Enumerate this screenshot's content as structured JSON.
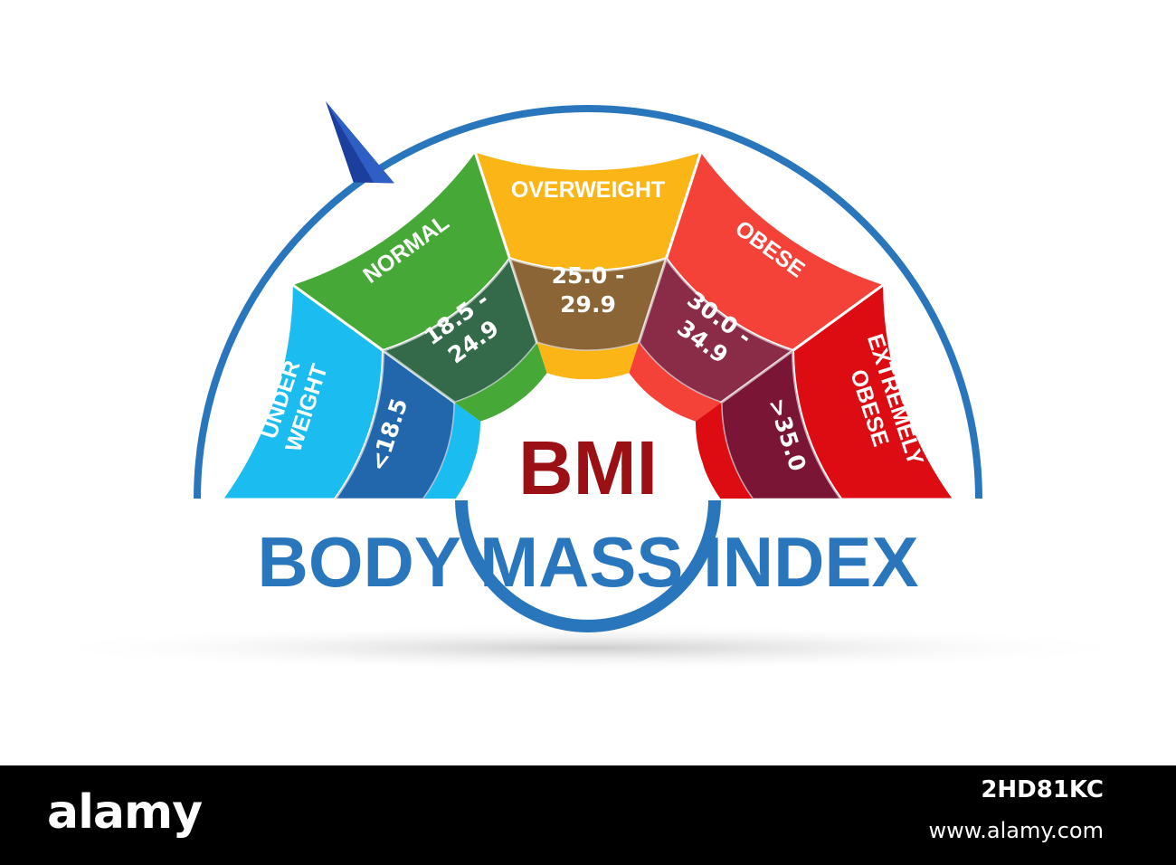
{
  "gauge": {
    "center_label": "BMI",
    "title": "BODY MASS INDEX",
    "segments": [
      {
        "id": "underweight",
        "name_lines": [
          "UNDER",
          "WEIGHT"
        ],
        "range_lines": [
          "<18.5"
        ],
        "color": "#1bbcf0",
        "dark_color": "#2266ab"
      },
      {
        "id": "normal",
        "name_lines": [
          "NORMAL"
        ],
        "range_lines": [
          "18.5 -",
          "24.9"
        ],
        "color": "#46a836",
        "dark_color": "#346a4a"
      },
      {
        "id": "overweight",
        "name_lines": [
          "OVERWEIGHT"
        ],
        "range_lines": [
          "25.0 -",
          "29.9"
        ],
        "color": "#fbb516",
        "dark_color": "#8c6536"
      },
      {
        "id": "obese",
        "name_lines": [
          "OBESE"
        ],
        "range_lines": [
          "30.0 -",
          "34.9"
        ],
        "color": "#f44238",
        "dark_color": "#8a2b48"
      },
      {
        "id": "extremely-obese",
        "name_lines": [
          "EXTREMELY",
          "OBESE"
        ],
        "range_lines": [
          ">35.0"
        ],
        "color": "#dd0c12",
        "dark_color": "#7a1535"
      }
    ],
    "ring_color": "#2a76bd",
    "pointer_color": "#1c3e9c",
    "center_label_color": "#9b1014",
    "title_color": "#2a76bd"
  },
  "footer": {
    "brand": "alamy",
    "code": "2HD81KC",
    "url": "www.alamy.com"
  }
}
